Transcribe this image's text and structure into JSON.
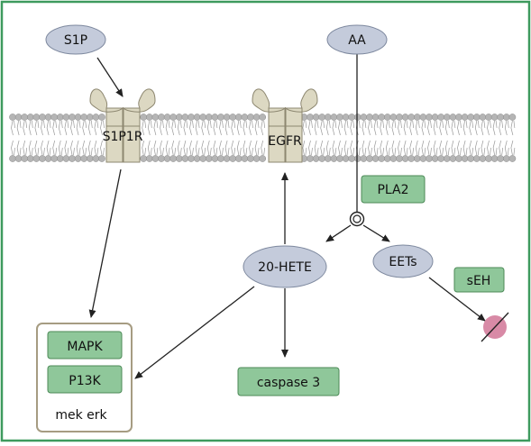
{
  "colors": {
    "border": "#3e9a5e",
    "ellipse_fill": "#c4cbdb",
    "ellipse_stroke": "#7d889e",
    "green_fill": "#8fc79a",
    "green_stroke": "#4c8a57",
    "receptor_fill": "#dcd8c2",
    "receptor_stroke": "#8d8770",
    "lipid_head": "#b5b5b5",
    "arrow": "#222222",
    "inhibited_fill": "#d88aa6"
  },
  "molecules": {
    "s1p": "S1P",
    "aa": "AA",
    "hete": "20-HETE",
    "eets": "EETs"
  },
  "receptors": {
    "s1p1r": "S1P1R",
    "egfr": "EGFR"
  },
  "enzymes": {
    "pla2": "PLA2",
    "seh": "sEH",
    "caspase3": "caspase 3"
  },
  "pathway_box": {
    "mapk": "MAPK",
    "p13k": "P13K",
    "mek_erk": "mek erk"
  }
}
